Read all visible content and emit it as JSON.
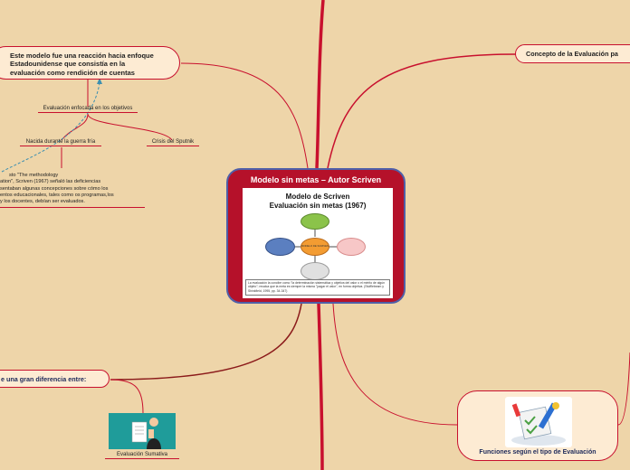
{
  "central": {
    "title": "Modelo sin metas – Autor Scriven",
    "image_title_line1": "Modelo de Scriven",
    "image_title_line2": "Evaluación sin metas (1967)",
    "bubble_center": "MODELO DE SCRIVEN",
    "caption": "La evaluación la concibe como \"la determinación sistemática y objetiva del valor o el mérito de algún objeto\"; recalca que la meta es siempre la misma \"juzgar el valor\", en forma objetiva. (Stufflebeam y Shinkfield, 1995, pp. 34-347)"
  },
  "left_node": {
    "line1": "Este modelo fue una reacción hacia enfoque",
    "line2": "Estadounidense que consistía en la",
    "line3": "evaluación como rendición de cuentas"
  },
  "topics": {
    "objetivos": "Evaluación enfocada en los objetivos",
    "guerra": "Nacida durante la guerra fría",
    "sputnik": "Crisis del Sputnik",
    "methodology_l1": "sto \"The methodology",
    "methodology_l2": "ation\", Scriven (1967) señaló las deficiencias",
    "methodology_l3": "sentaban algunas concepciones sobre cómo los",
    "methodology_l4": "entos educacionales, tales como os programas,los",
    "methodology_l5": "y los docentes, debían ser evaluados."
  },
  "right_node": {
    "label": "Concepto de la Evaluación pa"
  },
  "diferencia_node": {
    "label": "e una gran diferencia entre:"
  },
  "sumativa": {
    "label": "Evaluación Sumativa"
  },
  "funciones": {
    "label": "Funciones según el tipo de Evaluación"
  },
  "colors": {
    "background": "#eed5a9",
    "accent_red": "#c8102e",
    "central_fill": "#b5112a",
    "central_border": "#4f5fa8",
    "dash_blue": "#3d8fb0"
  }
}
